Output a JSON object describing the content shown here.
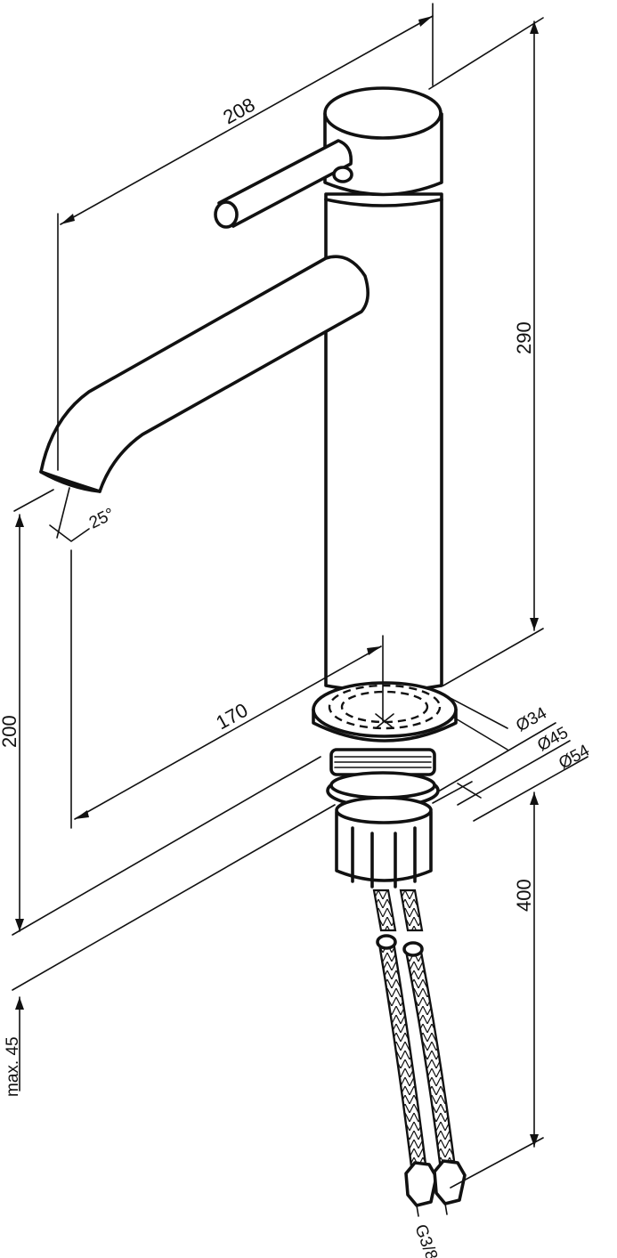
{
  "dimensions": {
    "total_reach": "208",
    "spout_reach": "170",
    "body_height": "290",
    "outlet_height": "200",
    "hose_length": "400",
    "max_thickness": "max. 45",
    "spout_angle": "25°",
    "hole_diameter": "Ø34",
    "base_diameter_inner": "Ø45",
    "base_diameter_outer": "Ø54",
    "hose_thread": "G3/8"
  }
}
